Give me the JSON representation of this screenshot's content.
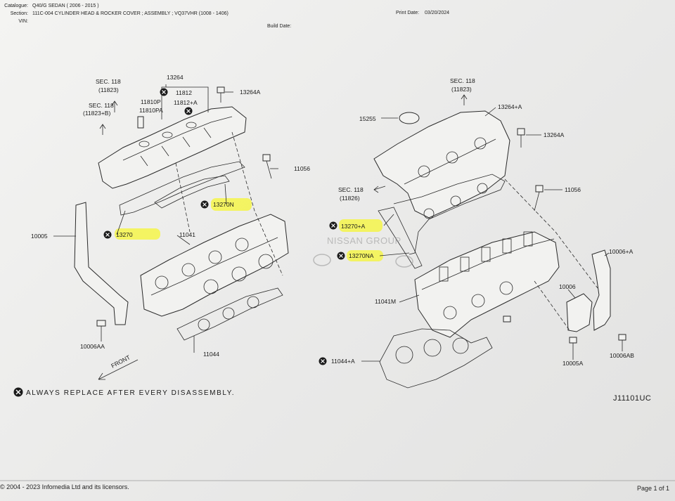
{
  "header": {
    "catalogue_label": "Catalogue:",
    "catalogue_value": "Q40/G SEDAN ( 2006 - 2015 )",
    "section_label": "Section:",
    "section_value": "111C-004 CYLINDER HEAD & ROCKER COVER ; ASSEMBLY ; VQ37VHR (1008 - 1406)",
    "vin_label": "VIN:",
    "print_date_label": "Print Date:",
    "print_date_value": "03/20/2024",
    "build_date_label": "Build Date:"
  },
  "diagram": {
    "left": {
      "sec_118_11823": [
        "SEC. 118",
        "(11823)"
      ],
      "sec_118_11823b": [
        "SEC. 118",
        "(11823+B)"
      ],
      "p13264": "13264",
      "p11812": "11812",
      "p11812a": "11812+A",
      "p11810p": "11810P",
      "p11810pa": "11810PA",
      "p13264a": "13264A",
      "p11056": "11056",
      "p13270n": "13270N",
      "p13270": "13270",
      "p10005": "10005",
      "p11041": "11041",
      "p10006aa": "10006AA",
      "p11044": "11044",
      "front": "FRONT"
    },
    "right": {
      "sec_118_11823": [
        "SEC. 118",
        "(11823)"
      ],
      "p13264a_plus": "13264+A",
      "p15255": "15255",
      "p13264a": "13264A",
      "sec_118_11826": [
        "SEC. 118",
        "(11826)"
      ],
      "p11056": "11056",
      "p13270a": "13270+A",
      "p13270na": "13270NA",
      "p11041m": "11041M",
      "p10006a": "10006+A",
      "p10006": "10006",
      "p10005a": "10005A",
      "p10006ab": "10006AB",
      "p11044a": "11044+A"
    },
    "note": "ALWAYS REPLACE AFTER EVERY DISASSEMBLY.",
    "diagram_code": "J11101UC",
    "watermark": "NISSAN GROUP",
    "highlight_color": "#f4f44a"
  },
  "footer": {
    "copyright": "© 2004 - 2023 Infomedia Ltd and its licensors.",
    "page": "Page 1 of 1"
  }
}
